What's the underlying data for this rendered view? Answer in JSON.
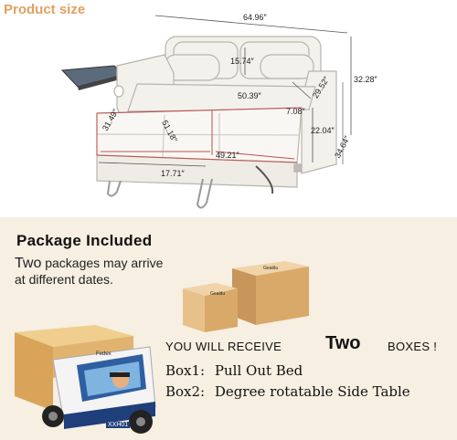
{
  "section_title": "Product size",
  "dimensions": {
    "width": "64.96″",
    "height": "32.28″",
    "depth": "34.64″",
    "back_cushion": "15.74″",
    "seat_width": "50.39″",
    "armrest_depth": "29.52″",
    "armrest_width": "7.08″",
    "seat_height": "22.04″",
    "bed_depth": "31.49″",
    "bed_length": "51.18″",
    "bed_width": "49.21″",
    "leg_height": "17.71″"
  },
  "package": {
    "title": "Package Included",
    "note_prefix": "Two",
    "note_line1": "packages may arrive",
    "note_line2": "at different dates.",
    "receive_left": "YOU WILL RECEIVE",
    "receive_count": "Two",
    "receive_right": "BOXES !",
    "box1_label": "Box1:",
    "box1_text": "Pull Out Bed",
    "box2_label": "Box2:",
    "box2_text": "Degree rotatable Side Table"
  },
  "truck": {
    "brand": "Fedex",
    "plate": "XXH01"
  },
  "boxes": {
    "label_left": "Gealdu",
    "label_right": "Gealdu"
  },
  "colors": {
    "title": "#e0a060",
    "lower_bg": "#f6efe2",
    "dimension_line": "#c0504d"
  }
}
